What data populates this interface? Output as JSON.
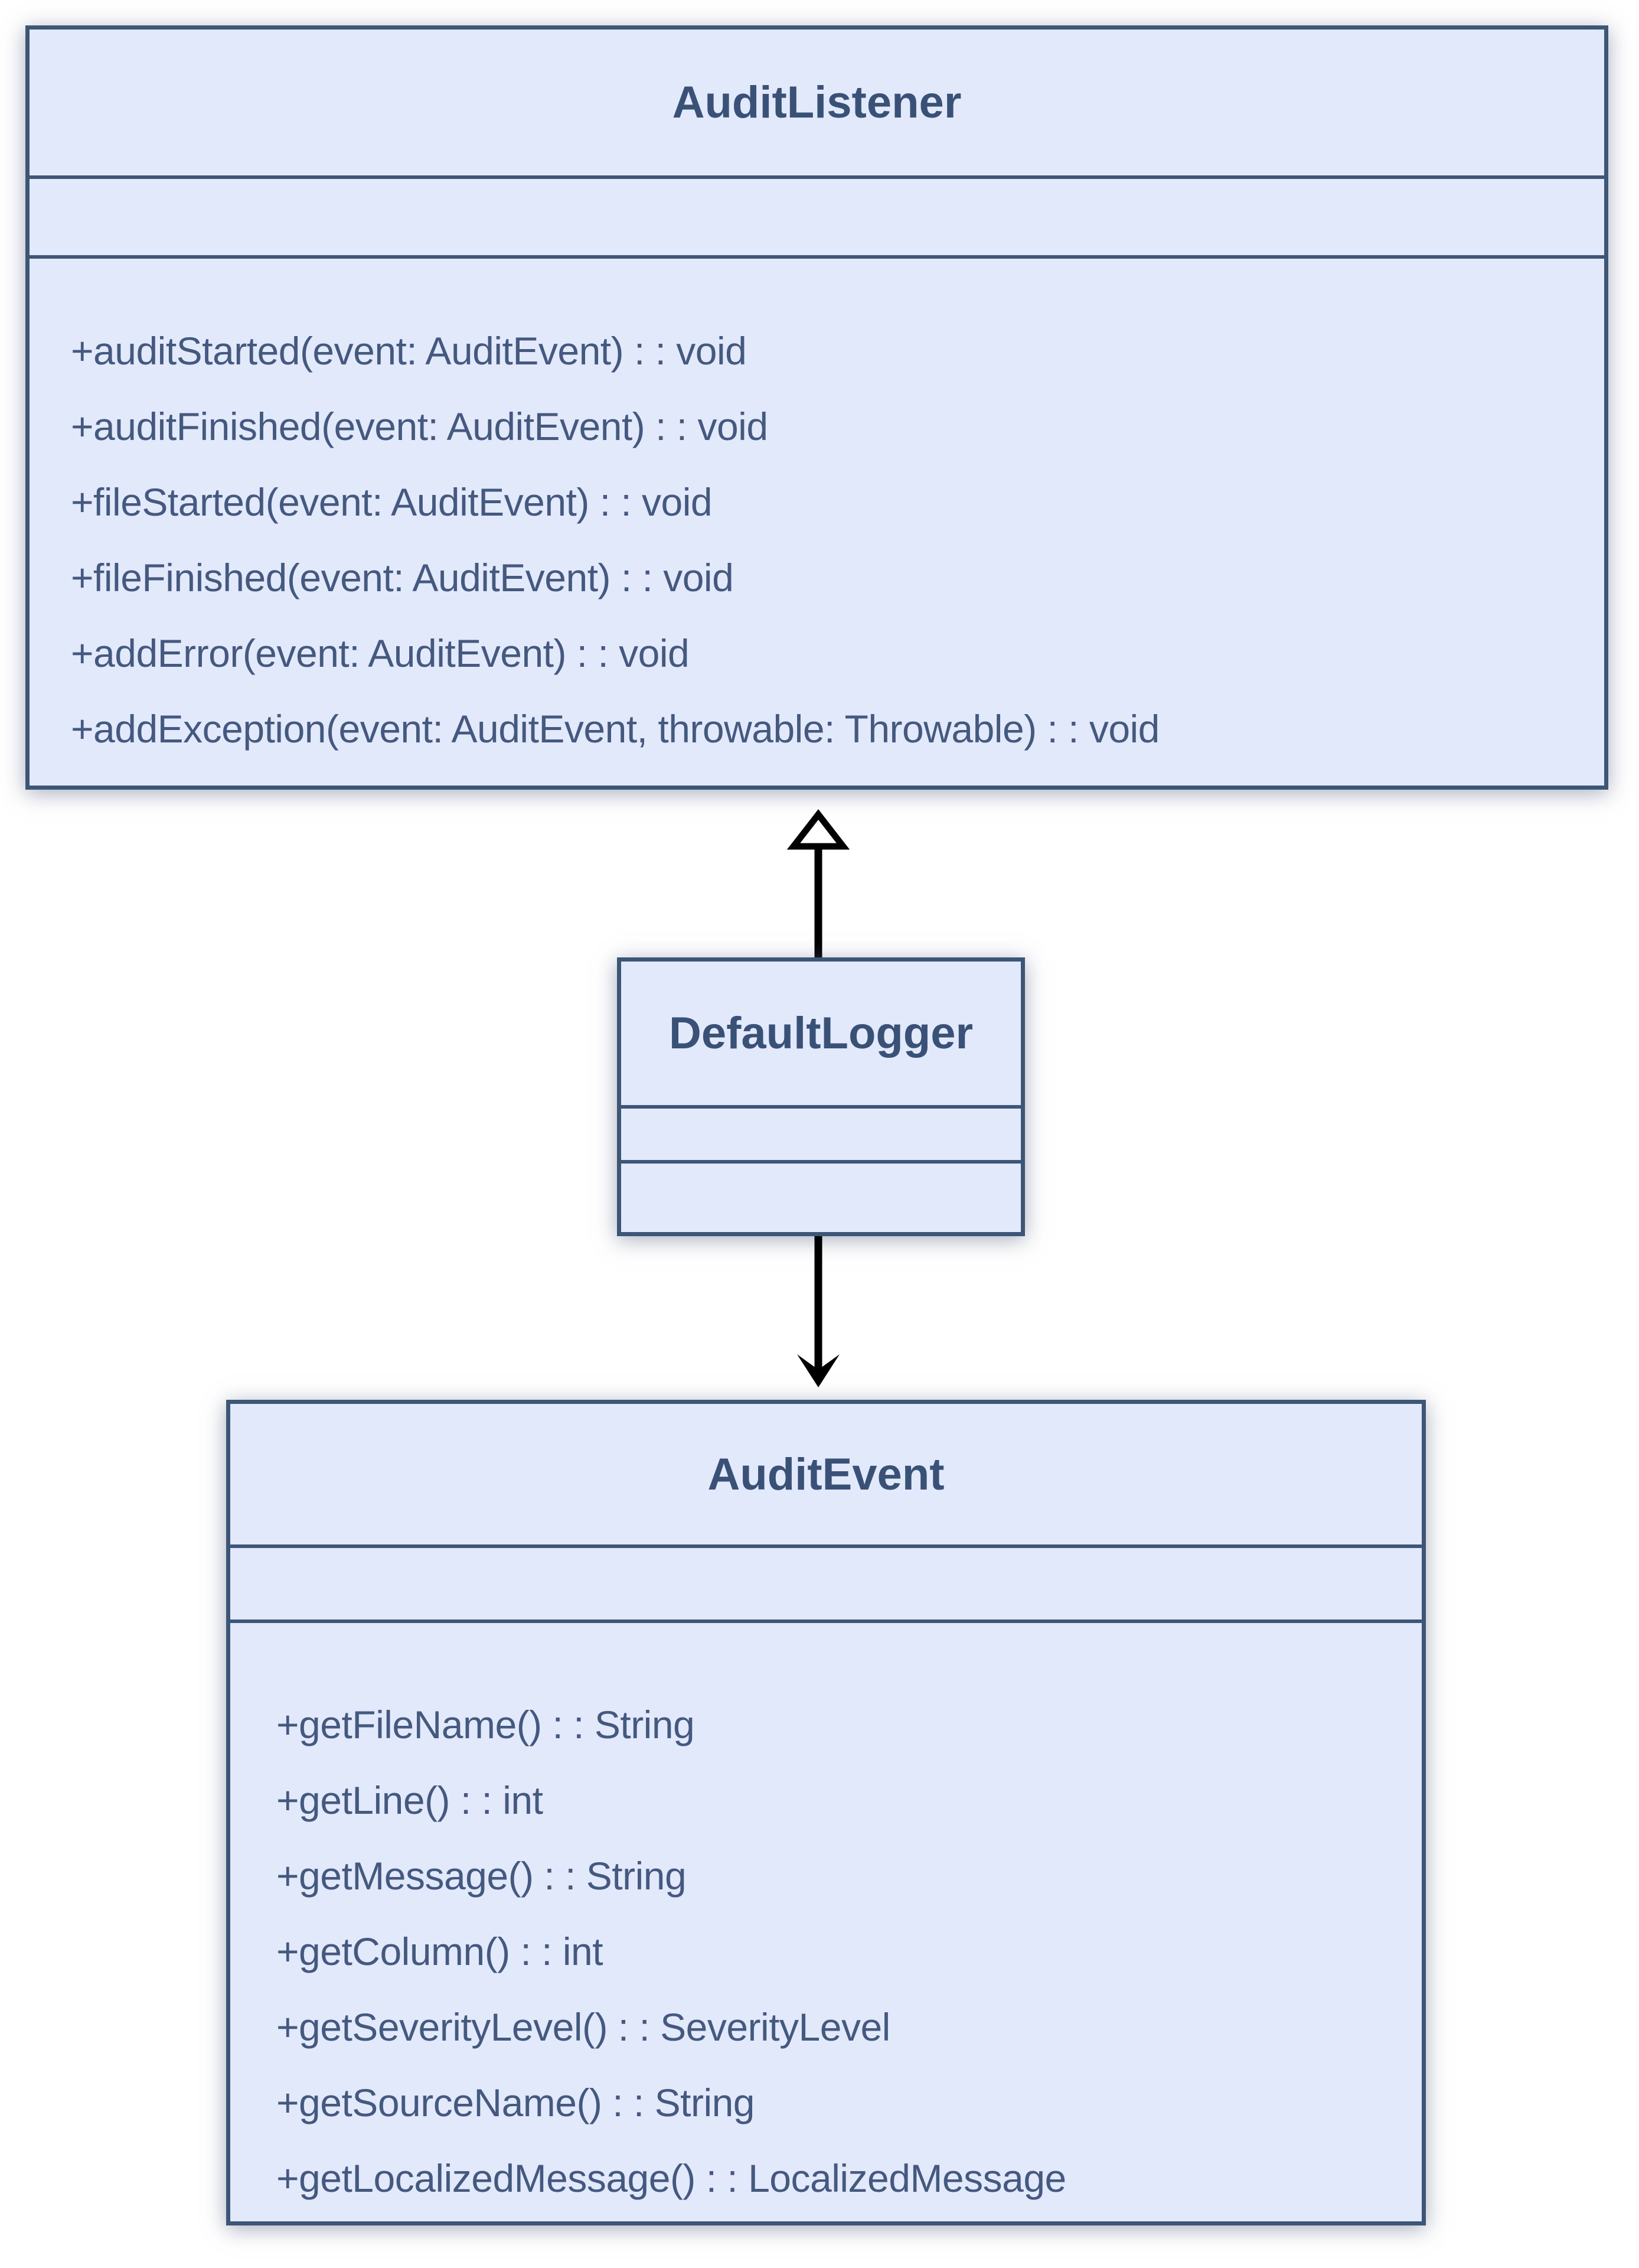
{
  "classes": {
    "auditListener": {
      "name": "AuditListener",
      "attributes": [],
      "methods": [
        "+auditStarted(event: AuditEvent) : : void",
        "+auditFinished(event: AuditEvent) : : void",
        "+fileStarted(event: AuditEvent) : : void",
        "+fileFinished(event: AuditEvent) : : void",
        "+addError(event: AuditEvent) : : void",
        "+addException(event: AuditEvent, throwable: Throwable) : : void"
      ]
    },
    "defaultLogger": {
      "name": "DefaultLogger",
      "attributes": [],
      "methods": []
    },
    "auditEvent": {
      "name": "AuditEvent",
      "attributes": [],
      "methods": [
        "+getFileName() : : String",
        "+getLine() : : int",
        "+getMessage() : : String",
        "+getColumn() : : int",
        "+getSeverityLevel() : : SeverityLevel",
        "+getSourceName() : : String",
        "+getLocalizedMessage() : : LocalizedMessage"
      ]
    }
  },
  "relationships": [
    {
      "from": "DefaultLogger",
      "to": "AuditListener",
      "type": "realization",
      "arrowhead": "hollow-triangle",
      "line": "solid"
    },
    {
      "from": "DefaultLogger",
      "to": "AuditEvent",
      "type": "directed-association",
      "arrowhead": "open-v",
      "line": "solid"
    }
  ],
  "colors": {
    "class_fill": "#e2e9fb",
    "class_border": "#3d5677",
    "title_text": "#3a5177",
    "member_text": "#45597f",
    "connector": "#000000",
    "page_background": "#ffffff"
  }
}
